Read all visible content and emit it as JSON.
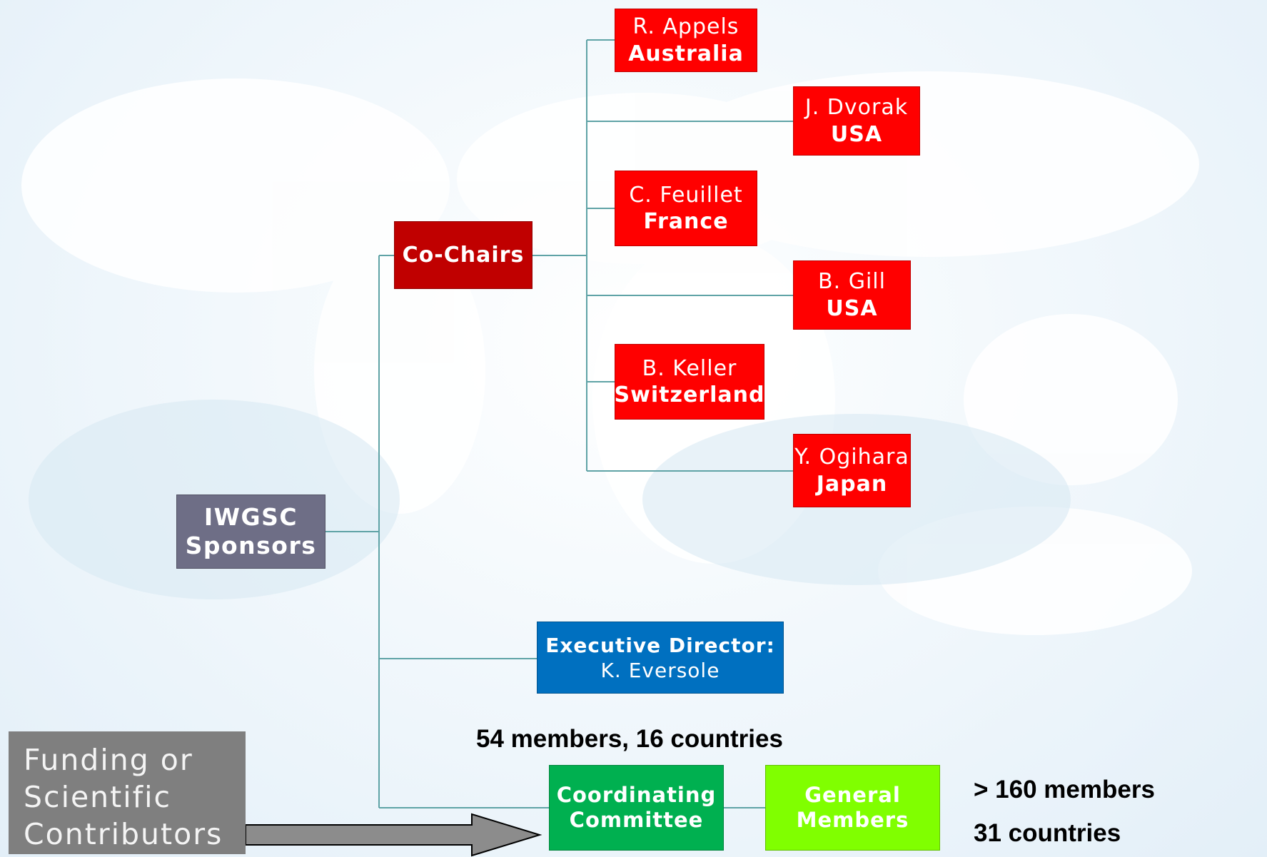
{
  "cochairs_label": "Co-Chairs",
  "sponsors": {
    "line1": "IWGSC",
    "line2": "Sponsors"
  },
  "members": [
    {
      "name": "R. Appels",
      "country": "Australia"
    },
    {
      "name": "J. Dvorak",
      "country": "USA"
    },
    {
      "name": "C. Feuillet",
      "country": "France"
    },
    {
      "name": "B. Gill",
      "country": "USA"
    },
    {
      "name": "B. Keller",
      "country": "Switzerland"
    },
    {
      "name": "Y. Ogihara",
      "country": "Japan"
    }
  ],
  "executive": {
    "title": "Executive Director:",
    "name": "K. Eversole"
  },
  "coordinating": {
    "line1": "Coordinating",
    "line2": "Committee",
    "note": "54 members, 16 countries"
  },
  "general": {
    "line1": "General",
    "line2": "Members",
    "note1": "> 160 members",
    "note2": "31 countries"
  },
  "funding": {
    "line1": "Funding or",
    "line2": "Scientific",
    "line3": "Contributors"
  },
  "colors": {
    "member_red": "#ff0000",
    "cochairs_red": "#c00000",
    "sponsors_gray": "#6e6e86",
    "executive_blue": "#0070c0",
    "coordinating_green": "#00b050",
    "general_lime": "#80ff00",
    "funding_gray": "#7f7f7f",
    "connector": "#5fa3a6"
  }
}
